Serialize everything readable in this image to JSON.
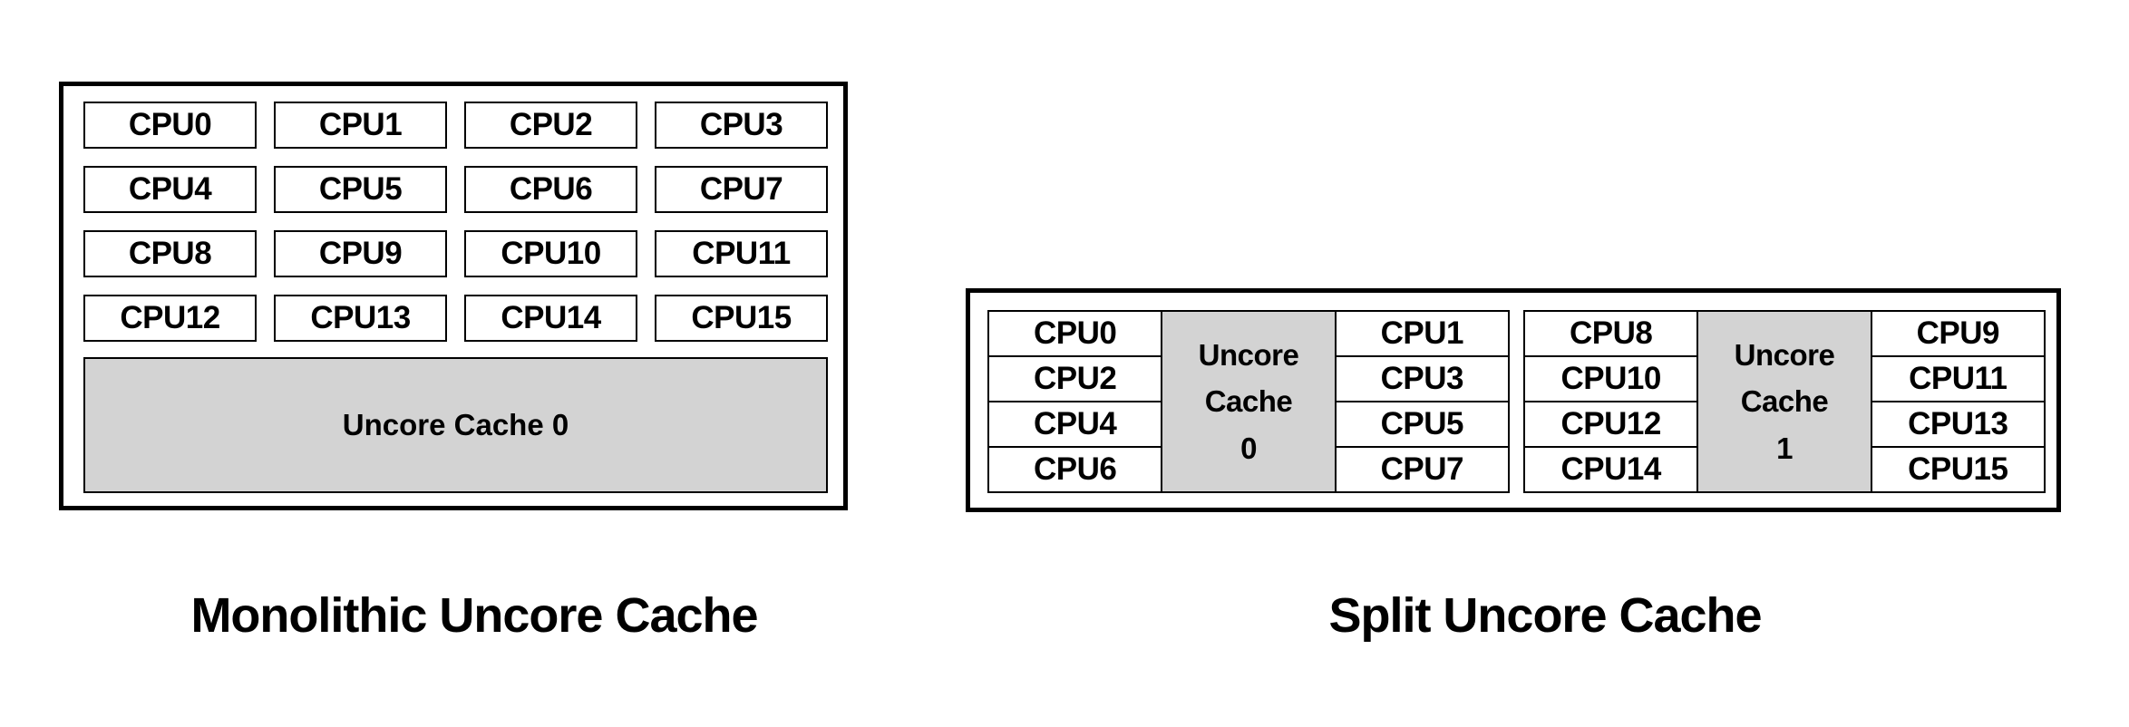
{
  "colors": {
    "background": "#ffffff",
    "border": "#000000",
    "cache_fill": "#d3d3d3",
    "text": "#000000"
  },
  "monolithic": {
    "title": "Monolithic Uncore Cache",
    "cpus": [
      "CPU0",
      "CPU1",
      "CPU2",
      "CPU3",
      "CPU4",
      "CPU5",
      "CPU6",
      "CPU7",
      "CPU8",
      "CPU9",
      "CPU10",
      "CPU11",
      "CPU12",
      "CPU13",
      "CPU14",
      "CPU15"
    ],
    "cache_label": "Uncore Cache 0"
  },
  "split": {
    "title": "Split Uncore Cache",
    "clusters": [
      {
        "left_cpus": [
          "CPU0",
          "CPU2",
          "CPU4",
          "CPU6"
        ],
        "cache_lines": [
          "Uncore",
          "Cache",
          "0"
        ],
        "right_cpus": [
          "CPU1",
          "CPU3",
          "CPU5",
          "CPU7"
        ]
      },
      {
        "left_cpus": [
          "CPU8",
          "CPU10",
          "CPU12",
          "CPU14"
        ],
        "cache_lines": [
          "Uncore",
          "Cache",
          "1"
        ],
        "right_cpus": [
          "CPU9",
          "CPU11",
          "CPU13",
          "CPU15"
        ]
      }
    ]
  }
}
